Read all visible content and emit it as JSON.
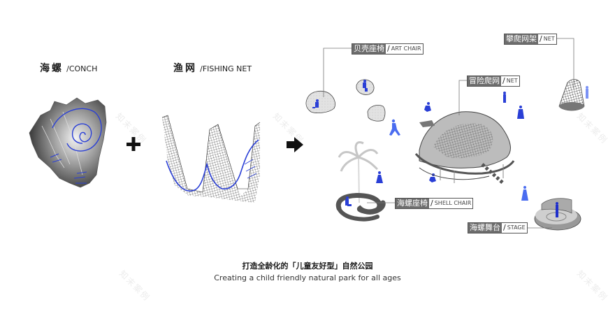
{
  "sources": {
    "conch": {
      "zh": "海螺",
      "en": "/CONCH"
    },
    "net": {
      "zh": "渔网",
      "en": "/FISHING NET"
    }
  },
  "operators": {
    "plus": "+",
    "arrow": "arrow-right-icon"
  },
  "labels": {
    "art_chair": {
      "zh": "贝壳座椅",
      "slash": "/",
      "en": "ART CHAIR"
    },
    "climb_net_frame": {
      "zh": "攀爬网架",
      "slash": "/",
      "en": "NET"
    },
    "adventure_net": {
      "zh": "冒险爬网",
      "slash": "/",
      "en": "NET"
    },
    "shell_chair": {
      "zh": "海螺座椅",
      "slash": "/",
      "en": "SHELL CHAIR"
    },
    "stage": {
      "zh": "海螺舞台",
      "slash": "/",
      "en": "STAGE"
    }
  },
  "caption": {
    "zh": "打造全龄化的「儿童友好型」自然公园",
    "en": "Creating a child friendly natural park for all ages"
  },
  "watermark": "知末案例",
  "colors": {
    "accent_blue": "#2a3fd6",
    "figure_blue": "#4a6cf0",
    "label_bg": "#6d6d6d",
    "gray": "#8a8a8a"
  }
}
